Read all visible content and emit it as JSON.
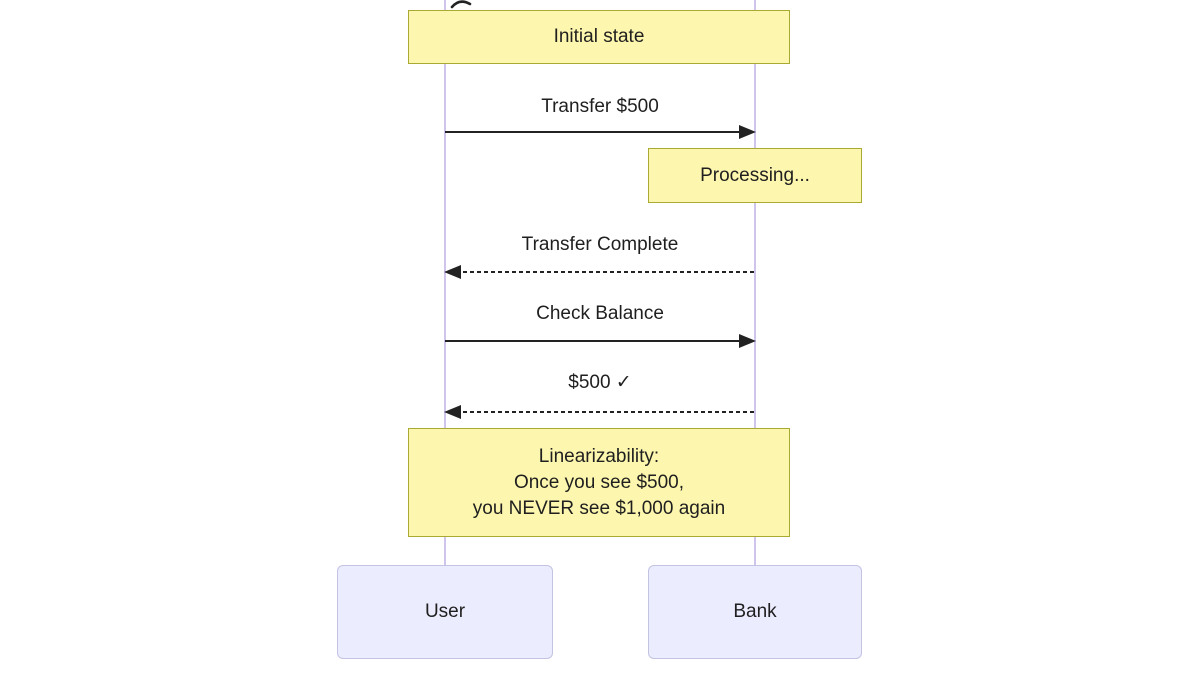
{
  "diagram": {
    "type": "sequence-diagram",
    "actors": [
      {
        "id": "user",
        "label": "User"
      },
      {
        "id": "bank",
        "label": "Bank"
      }
    ],
    "notes": [
      {
        "id": "initial",
        "over": "User,Bank",
        "text": "Initial state"
      },
      {
        "id": "processing",
        "over": "Bank",
        "text": "Processing..."
      },
      {
        "id": "linearizability",
        "over": "User,Bank",
        "lines": [
          "Linearizability:",
          "Once you see $500,",
          "you NEVER see $1,000 again"
        ]
      }
    ],
    "messages": [
      {
        "id": "transfer",
        "label": "Transfer $500",
        "from": "User",
        "to": "Bank",
        "line": "solid"
      },
      {
        "id": "complete",
        "label": "Transfer Complete",
        "from": "Bank",
        "to": "User",
        "line": "dashed"
      },
      {
        "id": "check",
        "label": "Check Balance",
        "from": "User",
        "to": "Bank",
        "line": "solid"
      },
      {
        "id": "balance",
        "label": "$500 ✓",
        "from": "Bank",
        "to": "User",
        "line": "dashed"
      }
    ],
    "colors": {
      "note_fill": "#fdf6ae",
      "note_border": "#aaaa33",
      "actor_fill": "#ececff",
      "actor_border": "#c3c3e2",
      "lifeline": "#cfc5ec",
      "arrow": "#222222"
    }
  }
}
